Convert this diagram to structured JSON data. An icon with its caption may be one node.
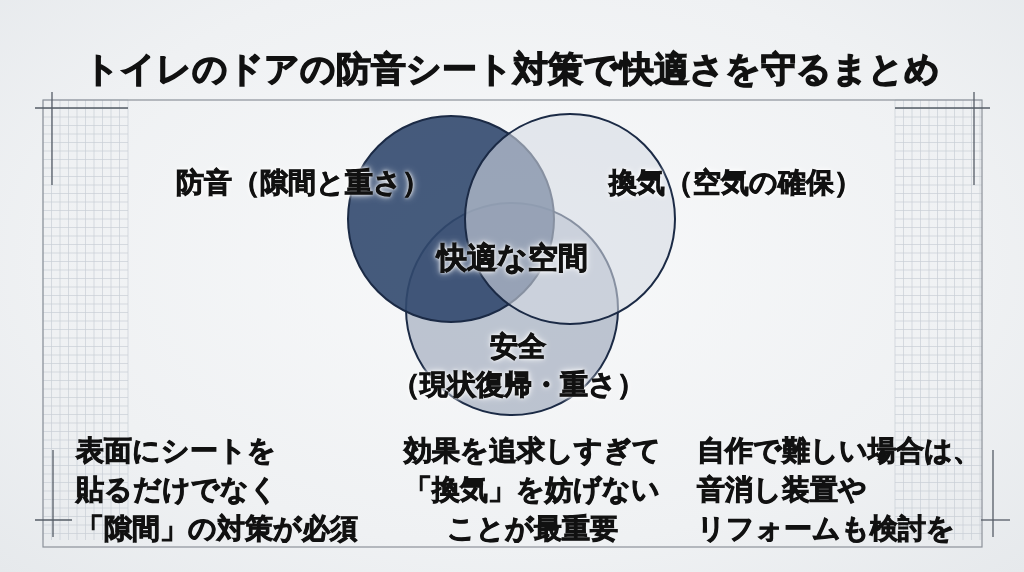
{
  "diagram": {
    "title": "トイレのドアの防音シート対策で快適さを守るまとめ",
    "nodes": [
      {
        "text": [
          "防音（隙間と重さ）"
        ]
      },
      {
        "text": [
          "換気（空気の確保）"
        ]
      },
      {
        "text": [
          "安全（現状復帰・重さ）"
        ]
      }
    ],
    "labels": [
      "快適な空間",
      "表面にシートを貼るだけでなく「隙間」の対策が必須",
      "効果を追求しすぎて「換気」を妨げないことが最重要",
      "自作で難しい場合は、音消し装置やリフォームも検討を"
    ]
  }
}
